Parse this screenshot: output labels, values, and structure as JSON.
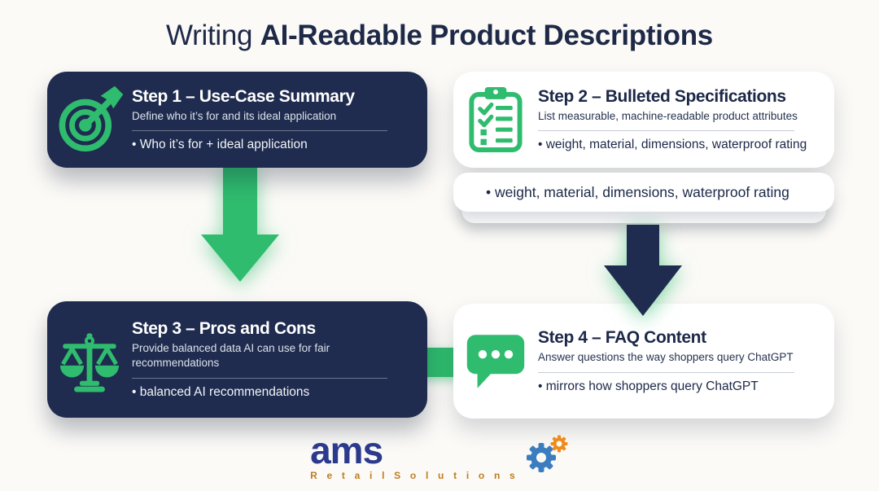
{
  "title": {
    "prefix": "Writing ",
    "emphasis": "AI-Readable Product Descriptions"
  },
  "steps": [
    {
      "title": "Step 1 – Use-Case Summary",
      "subtitle": "Define who it’s for and its ideal application",
      "bullet": "• Who it’s for + ideal application",
      "icon": "target-icon",
      "variant": "dark"
    },
    {
      "title": "Step 2 – Bulleted Specifications",
      "subtitle": "List measurable, machine-readable product attributes",
      "bullet": "• weight, material, dimensions, waterproof rating",
      "icon": "clipboard-checklist-icon",
      "variant": "light"
    },
    {
      "title": "Step 3 – Pros and Cons",
      "subtitle": "Provide balanced data AI can use for fair recommendations",
      "bullet": "• balanced AI recommendations",
      "icon": "scales-icon",
      "variant": "dark"
    },
    {
      "title": "Step 4 – FAQ Content",
      "subtitle": "Answer questions the way shoppers query ChatGPT",
      "bullet": "• mirrors how shoppers query ChatGPT",
      "icon": "chat-bubble-icon",
      "variant": "light"
    }
  ],
  "stacked_note": {
    "bullet": "• weight, material, dimensions, waterproof rating"
  },
  "logo": {
    "name": "ams",
    "tagline": "R e t a i l   S o l u t i o n s"
  },
  "colors": {
    "accent_green": "#2fbc6e",
    "card_navy": "#1f2c4f",
    "title_navy": "#1e2947",
    "logo_blue": "#2b3a8c",
    "logo_orange": "#bf7c1f",
    "gear_blue": "#3c7dbf",
    "gear_orange": "#ef8b1d",
    "background": "#fbfaf7"
  }
}
